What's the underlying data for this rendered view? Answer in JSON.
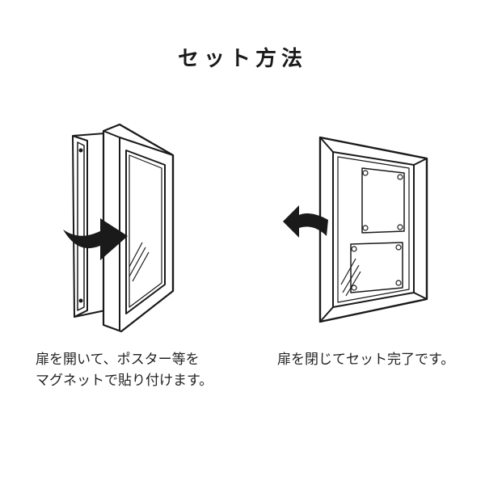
{
  "title": "セット方法",
  "steps": [
    {
      "caption_lines": [
        "扉を開いて、ポスター等を",
        "マグネットで貼り付けます。"
      ]
    },
    {
      "caption_lines": [
        "扉を閉じてセット完了です。"
      ]
    }
  ],
  "icons": [
    "open-frame-illustration",
    "closed-frame-illustration",
    "arrow-right-icon",
    "arrow-left-icon"
  ],
  "colors": {
    "line": "#1a1a1a",
    "background": "#ffffff"
  }
}
